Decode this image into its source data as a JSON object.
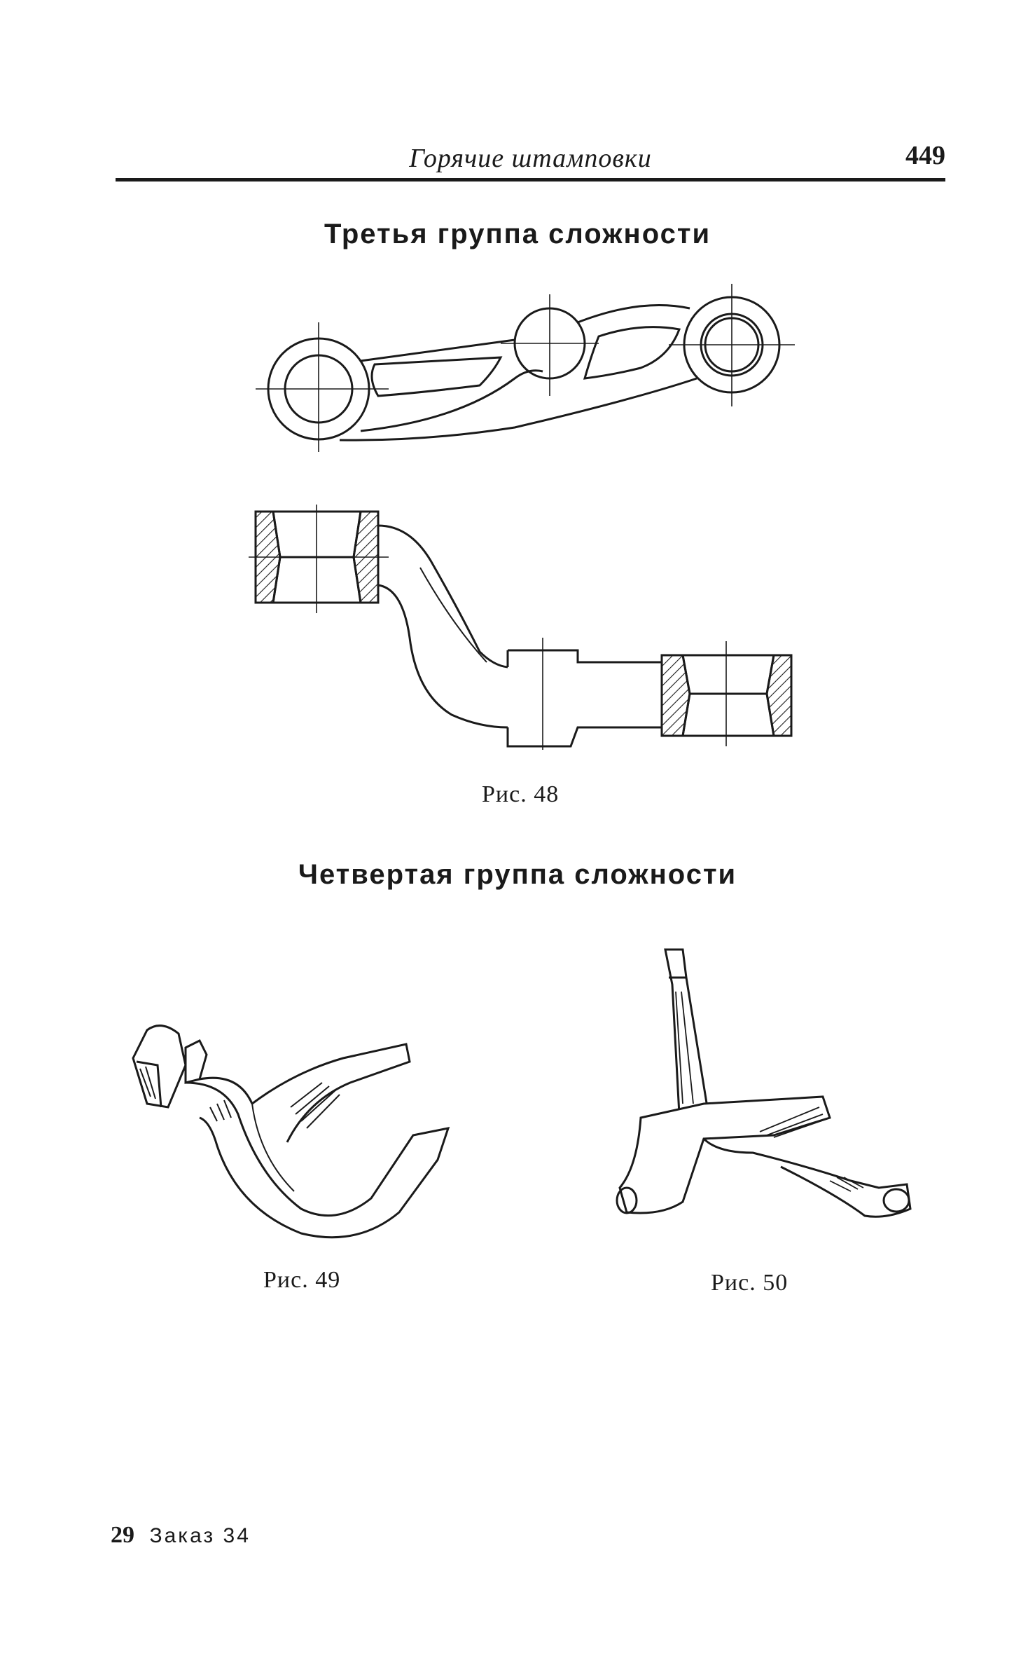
{
  "header": {
    "running_title": "Горячие штамповки",
    "page_number": "449"
  },
  "sections": [
    {
      "heading": "Третья группа сложности"
    },
    {
      "heading": "Четвертая группа сложности"
    }
  ],
  "figures": [
    {
      "caption": "Рис. 48",
      "icon": "forged-lever-drawing-icon"
    },
    {
      "caption": "Рис. 49",
      "icon": "shift-fork-drawing-icon"
    },
    {
      "caption": "Рис. 50",
      "icon": "steering-knuckle-drawing-icon"
    }
  ],
  "footer": {
    "signature_number": "29",
    "order": "Заказ 34"
  }
}
